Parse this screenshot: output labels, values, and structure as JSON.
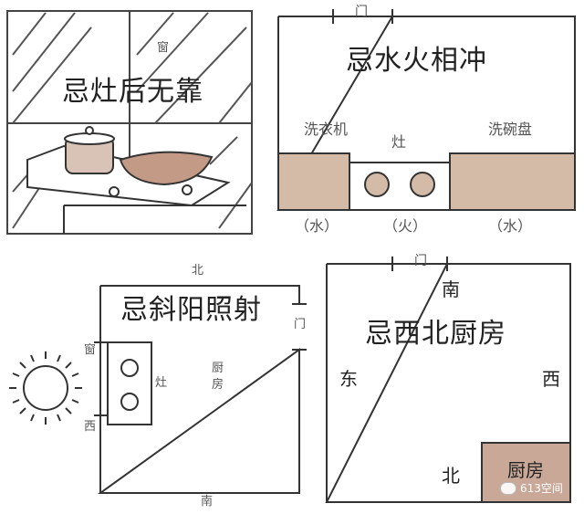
{
  "panel1": {
    "title": "忌灶后无靠",
    "window_label": "窗"
  },
  "panel2": {
    "title": "忌水火相冲",
    "door_label": "门",
    "washer_label": "洗衣机",
    "stove_label": "灶",
    "dishwasher_label": "洗碗盘",
    "element_water_left": "（水）",
    "element_fire": "（火）",
    "element_water_right": "（水）"
  },
  "panel3": {
    "title": "忌斜阳照射",
    "north": "北",
    "south": "南",
    "west": "西",
    "window_label": "窗",
    "stove_label": "灶",
    "kitchen_label": "厨\n房",
    "door_label": "门"
  },
  "panel4": {
    "title": "忌西北厨房",
    "door_label": "门",
    "south": "南",
    "east": "东",
    "west": "西",
    "north": "北",
    "kitchen_label": "厨房"
  },
  "watermark": {
    "text": "613空间"
  },
  "colors": {
    "line": "#333333",
    "counter": "#d4bba8",
    "kitchen": "#c9a898",
    "wall_hatch": "#555555",
    "pan": "#c39a86"
  }
}
